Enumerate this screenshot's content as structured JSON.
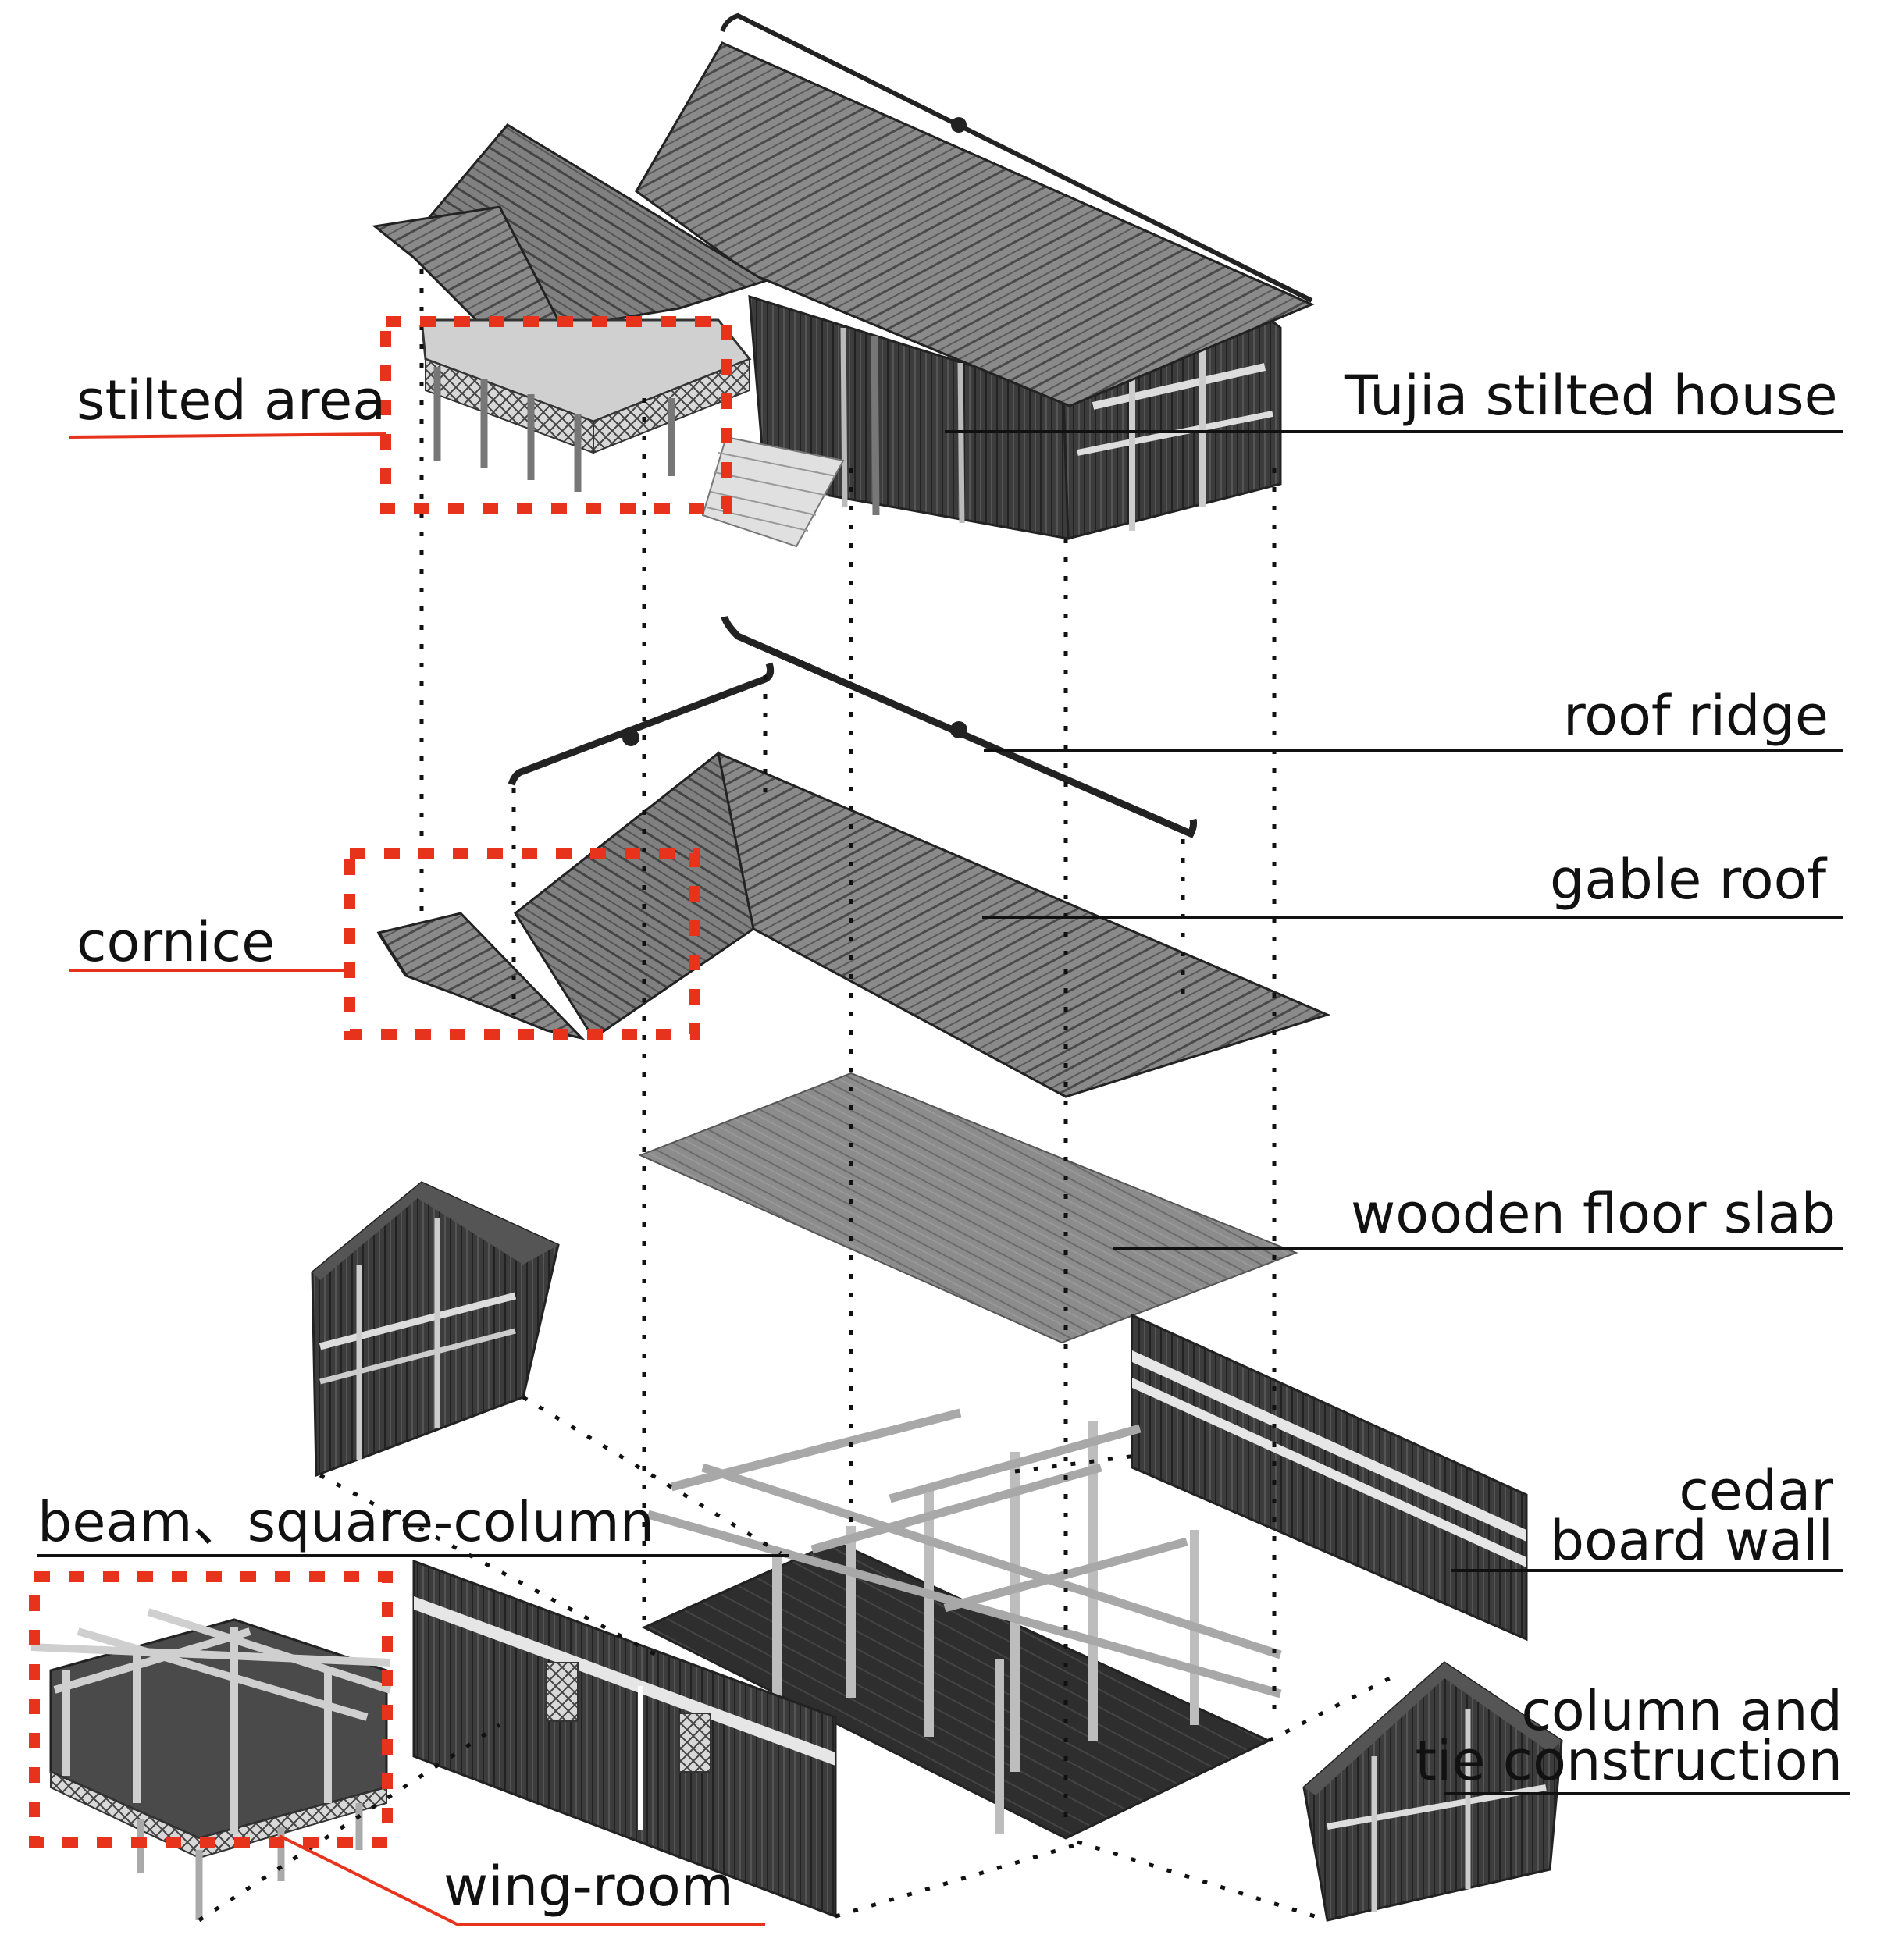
{
  "labels": {
    "stilted_area": "stilted area",
    "tujia_house": "Tujia stilted house",
    "roof_ridge": "roof ridge",
    "gable_roof": "gable roof",
    "cornice": "cornice",
    "wooden_floor_slab": "wooden floor slab",
    "cedar_board_wall": "cedar\nboard wall",
    "beam_square_column": "beam、square-column",
    "column_and_tie": "column and\ntie construction",
    "wing_room": "wing-room"
  },
  "colors": {
    "accent_red": "#e8331c",
    "leader_black": "#111111",
    "roof_gray": "#6e6e6e",
    "dark_wood": "#3a3a3a",
    "light_frame": "#c4c4c4"
  }
}
